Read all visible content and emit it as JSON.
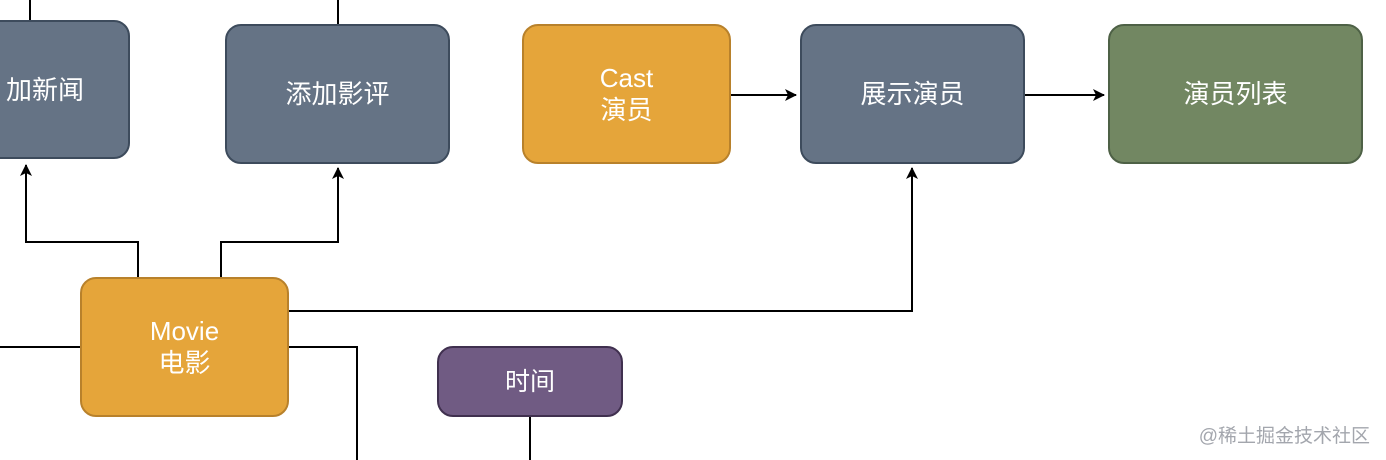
{
  "nodes": {
    "add_news": {
      "label": "加新闻",
      "color": "#657385"
    },
    "add_review": {
      "label": "添加影评",
      "color": "#657385"
    },
    "cast": {
      "label_line1": "Cast",
      "label_line2": "演员",
      "color": "#e5a53a"
    },
    "show_cast": {
      "label": "展示演员",
      "color": "#657385"
    },
    "cast_list": {
      "label": "演员列表",
      "color": "#728762"
    },
    "movie": {
      "label_line1": "Movie",
      "label_line2": "电影",
      "color": "#e5a53a"
    },
    "time": {
      "label": "时间",
      "color": "#705b83"
    }
  },
  "edges": [
    {
      "from": "movie",
      "to": "add_news",
      "arrow": true
    },
    {
      "from": "movie",
      "to": "add_review",
      "arrow": true
    },
    {
      "from": "movie",
      "to": "show_cast",
      "arrow": true
    },
    {
      "from": "cast",
      "to": "show_cast",
      "arrow": true
    },
    {
      "from": "show_cast",
      "to": "cast_list",
      "arrow": true
    }
  ],
  "watermark": "@稀土掘金技术社区"
}
